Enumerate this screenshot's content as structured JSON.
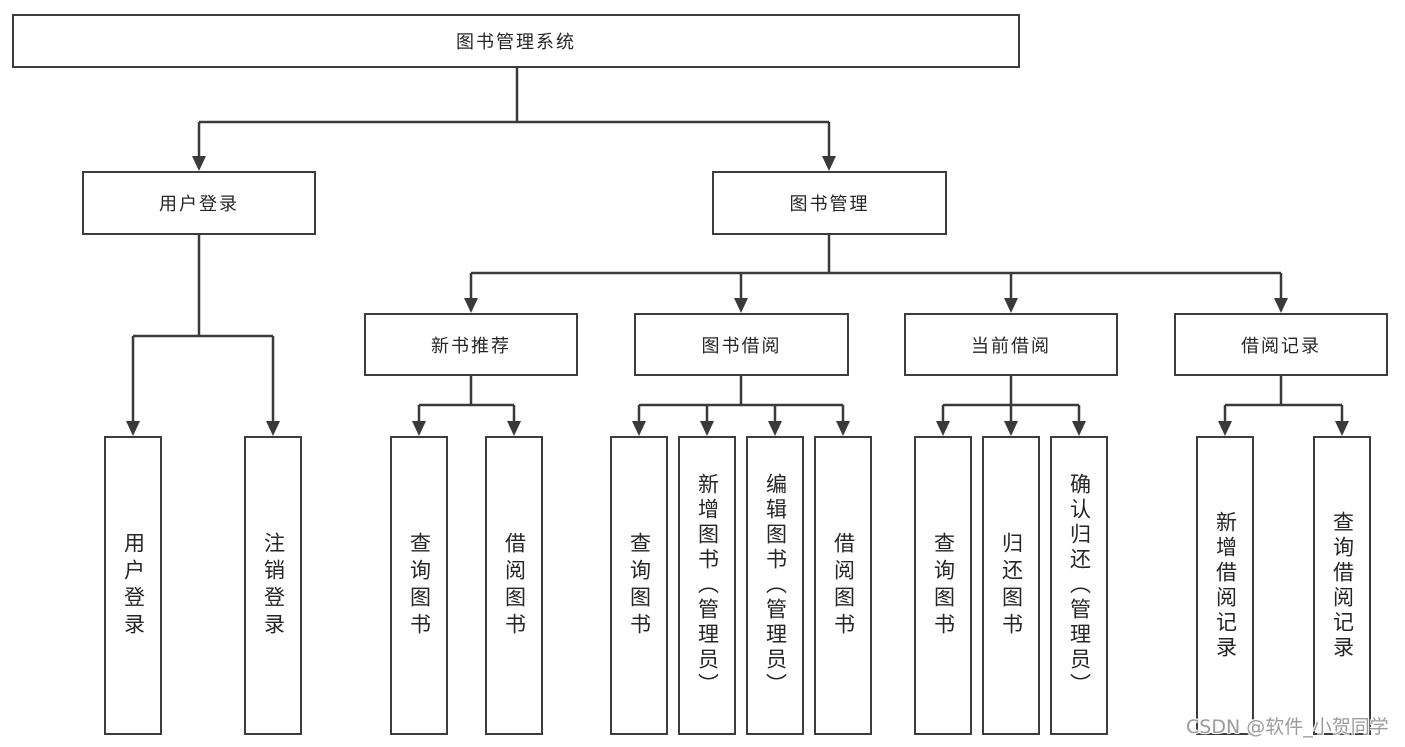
{
  "diagram": {
    "root": {
      "label": "图书管理系统"
    },
    "branches": [
      {
        "label": "用户登录",
        "children": [
          {
            "label": "用户登录"
          },
          {
            "label": "注销登录"
          }
        ]
      },
      {
        "label": "图书管理",
        "children": [
          {
            "label": "新书推荐",
            "children": [
              {
                "label": "查询图书"
              },
              {
                "label": "借阅图书"
              }
            ]
          },
          {
            "label": "图书借阅",
            "children": [
              {
                "label": "查询图书"
              },
              {
                "label": "新增图书（管理员）"
              },
              {
                "label": "编辑图书（管理员）"
              },
              {
                "label": "借阅图书"
              }
            ]
          },
          {
            "label": "当前借阅",
            "children": [
              {
                "label": "查询图书"
              },
              {
                "label": "归还图书"
              },
              {
                "label": "确认归还（管理员）"
              }
            ]
          },
          {
            "label": "借阅记录",
            "children": [
              {
                "label": "新增借阅记录"
              },
              {
                "label": "查询借阅记录"
              }
            ]
          }
        ]
      }
    ]
  },
  "watermark": {
    "text": "CSDN @软件_小贺同学"
  },
  "colors": {
    "line": "#3a3a3a",
    "box_border": "#3d3d3d",
    "text": "#262626",
    "watermark": "#9b9b9b",
    "background": "#ffffff"
  }
}
